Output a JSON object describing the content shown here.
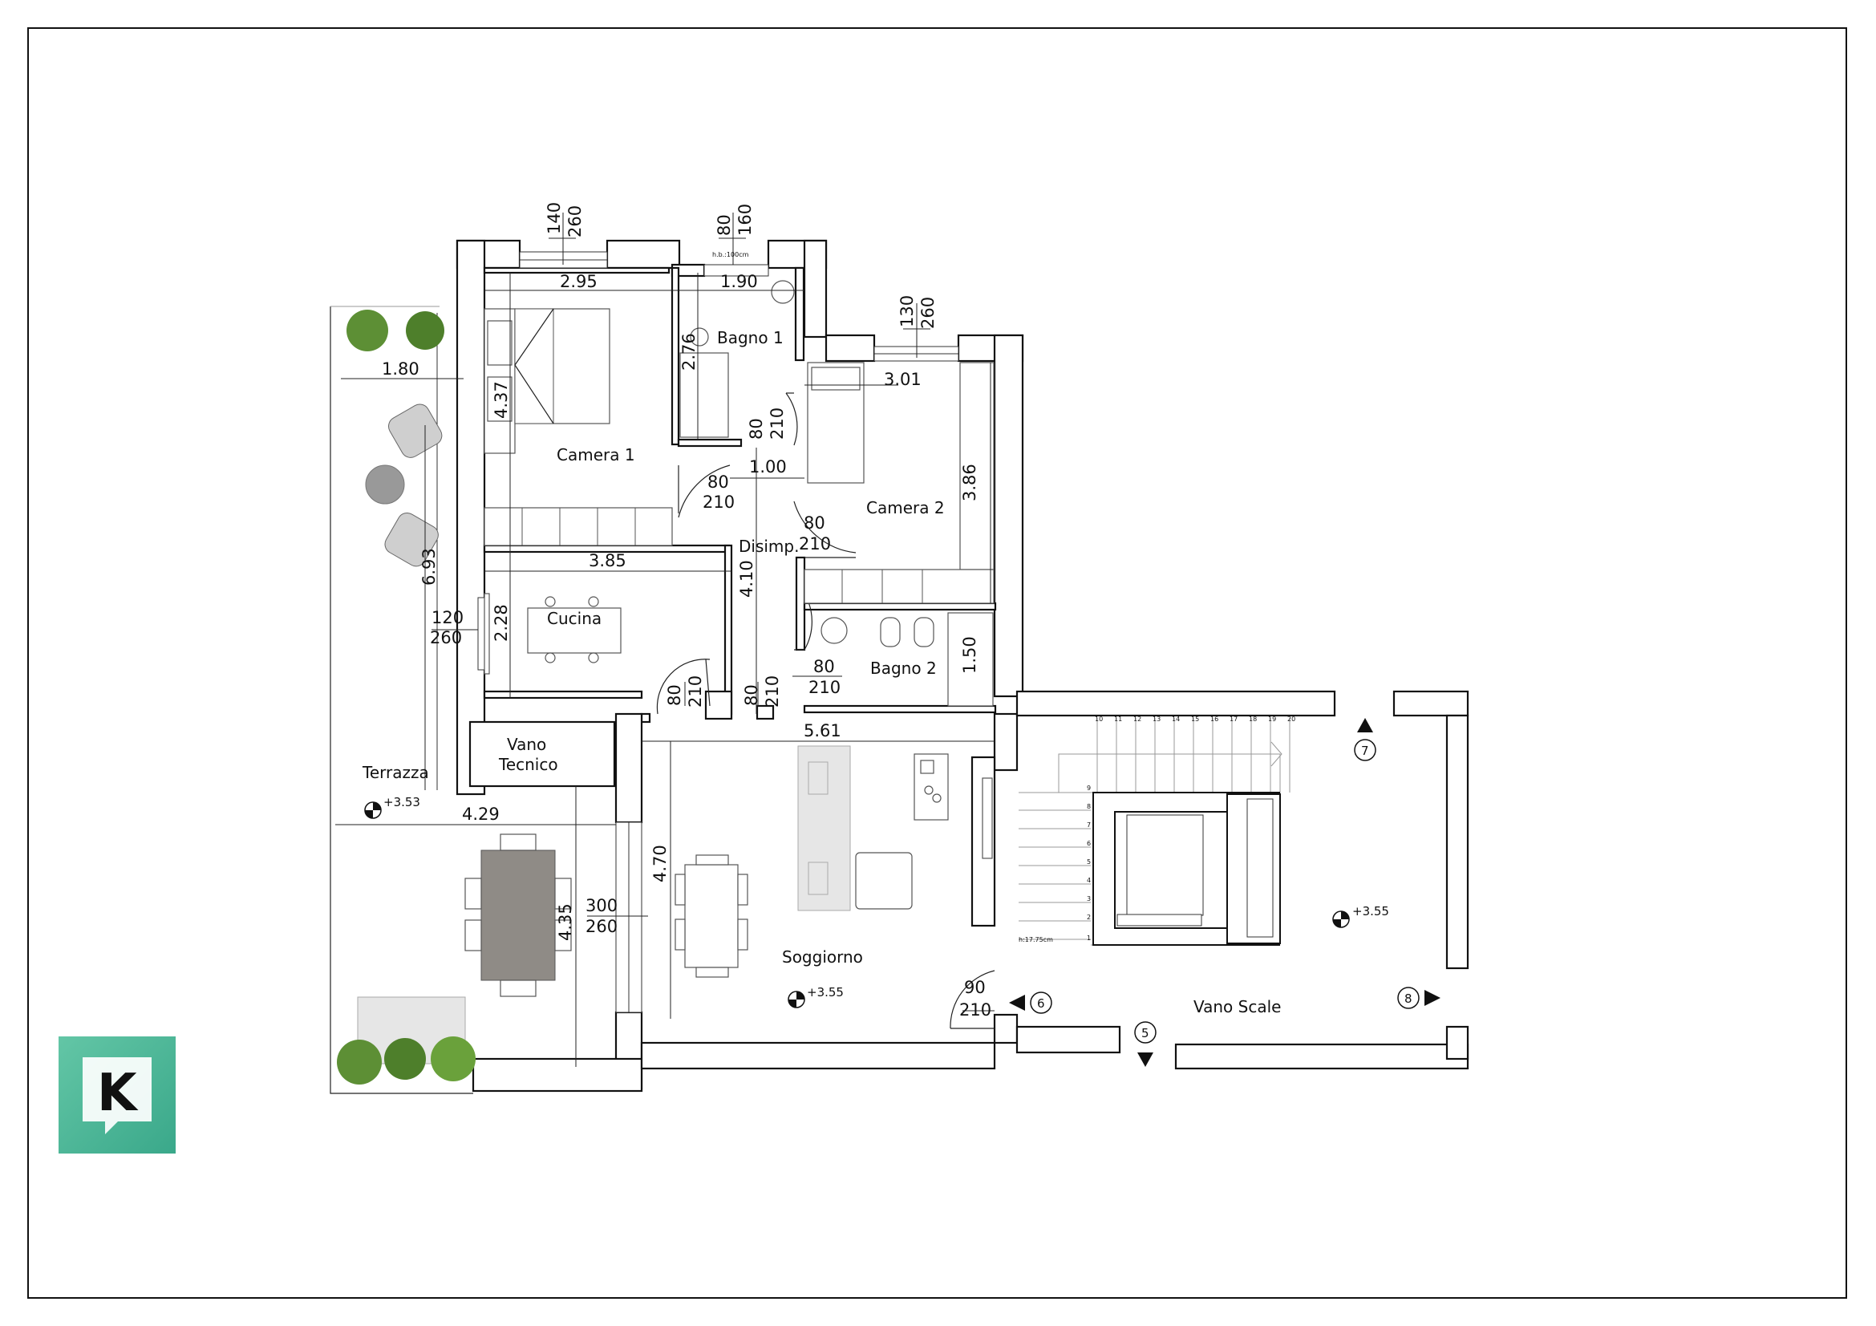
{
  "rooms": {
    "camera1": "Camera 1",
    "camera2": "Camera 2",
    "bagno1": "Bagno 1",
    "bagno2": "Bagno 2",
    "cucina": "Cucina",
    "disimp": "Disimp.",
    "vano_tecnico_1": "Vano",
    "vano_tecnico_2": "Tecnico",
    "terrazza": "Terrazza",
    "soggiorno": "Soggiorno",
    "vano_scale": "Vano Scale"
  },
  "dimensions": {
    "camera1_width": "2.95",
    "camera1_depth": "4.37",
    "bagno1_width": "1.90",
    "bagno1_depth": "2.76",
    "camera2_width": "3.01",
    "camera2_depth": "3.86",
    "terrace_width_top": "1.80",
    "terrace_length": "6.93",
    "cucina_width": "3.85",
    "cucina_depth": "2.28",
    "disimp_depth": "4.10",
    "disimp_width": "1.00",
    "bagno2_depth": "1.50",
    "soggiorno_width": "5.61",
    "soggiorno_depth": "4.70",
    "terrace_width_bottom": "4.29",
    "terrace_depth_bottom": "4.35"
  },
  "openings": {
    "w_camera1": [
      "140",
      "260"
    ],
    "w_bagno1": [
      "80",
      "160"
    ],
    "w_bagno1_sill": "h.b.:100cm",
    "w_camera2": [
      "130",
      "260"
    ],
    "d_bagno1": [
      "80",
      "210"
    ],
    "d_camera1": [
      "80",
      "210"
    ],
    "d_camera2": [
      "80",
      "210"
    ],
    "w_cucina": [
      "120",
      "260"
    ],
    "d_bagno2": [
      "80",
      "210"
    ],
    "d_cucina": [
      "80",
      "210"
    ],
    "d_soggiorno": [
      "80",
      "210"
    ],
    "w_soggiorno": [
      "300",
      "260"
    ],
    "d_entrance": [
      "90",
      "210"
    ]
  },
  "levels": {
    "terrazza": "+3.53",
    "soggiorno": "+3.55",
    "vano_scale": "+3.55"
  },
  "stairs": {
    "flight_top": [
      "10",
      "11",
      "12",
      "13",
      "14",
      "15",
      "16",
      "17",
      "18",
      "19",
      "20"
    ],
    "flight_left": [
      "9",
      "8",
      "7",
      "6",
      "5",
      "4",
      "3",
      "2",
      "1"
    ],
    "height_label": "h:17.75cm"
  },
  "markers": {
    "m5": "5",
    "m6": "6",
    "m7": "7",
    "m8": "8"
  },
  "logo": {
    "letter": "K"
  }
}
